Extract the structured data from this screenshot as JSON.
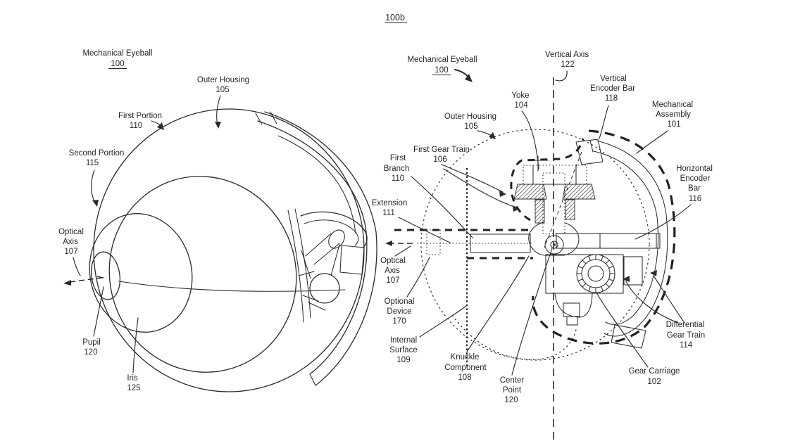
{
  "page": {
    "background": "#ffffff",
    "line_color": "#2b2b2b",
    "figure_label": "100b"
  },
  "fig_left": {
    "labels": {
      "mechanical_eyeball": [
        "Mechanical Eyeball",
        "100"
      ],
      "outer_housing": [
        "Outer Housing",
        "105"
      ],
      "first_portion": [
        "First Portion",
        "110"
      ],
      "second_portion": [
        "Second Portion",
        "115"
      ],
      "optical_axis": [
        "Optical",
        "Axis",
        "107"
      ],
      "pupil": [
        "Pupil",
        "120"
      ],
      "iris": [
        "Iris",
        "125"
      ]
    }
  },
  "fig_right": {
    "labels": {
      "mechanical_eyeball": [
        "Mechanical Eyeball",
        "100"
      ],
      "vertical_axis": [
        "Vertical Axis",
        "122"
      ],
      "yoke": [
        "Yoke",
        "104"
      ],
      "vertical_encoder_bar": [
        "Vertical",
        "Encoder Bar",
        "118"
      ],
      "mechanical_assembly": [
        "Mechanical",
        "Assembly",
        "101"
      ],
      "outer_housing": [
        "Outer Housing",
        "105"
      ],
      "first_gear_train": [
        "First Gear Train",
        "106"
      ],
      "first_branch": [
        "First",
        "Branch",
        "110"
      ],
      "horizontal_encoder_bar": [
        "Horizontal",
        "Encoder",
        "Bar",
        "116"
      ],
      "extension": [
        "Extension",
        "111"
      ],
      "optical_axis": [
        "Optical",
        "Axis",
        "107"
      ],
      "optional_device": [
        "Optional",
        "Device",
        "170"
      ],
      "internal_surface": [
        "Internal",
        "Surface",
        "109"
      ],
      "knuckle_component": [
        "Knuckle",
        "Component",
        "108"
      ],
      "center_point": [
        "Center",
        "Point",
        "120"
      ],
      "differential_gear_train": [
        "Differential",
        "Gear Train",
        "114"
      ],
      "gear_carriage": [
        "Gear Carriage",
        "102"
      ]
    }
  }
}
